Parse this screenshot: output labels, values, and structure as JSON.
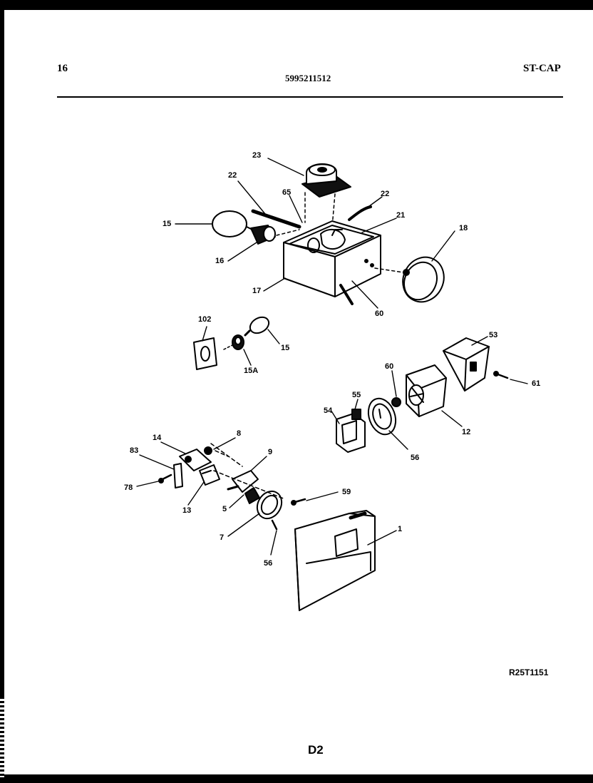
{
  "header": {
    "page_number": "16",
    "part_number": "5995211512",
    "model_code": "ST-CAP"
  },
  "callouts": {
    "c23": "23",
    "c22a": "22",
    "c65": "65",
    "c22b": "22",
    "c21": "21",
    "c15a": "15",
    "c16": "16",
    "c18": "18",
    "c17": "17",
    "c60a": "60",
    "c102": "102",
    "c15b": "15",
    "c15A": "15A",
    "c53": "53",
    "c60b": "60",
    "c61": "61",
    "c55": "55",
    "c54": "54",
    "c12": "12",
    "c56a": "56",
    "c14": "14",
    "c8": "8",
    "c83": "83",
    "c9": "9",
    "c78": "78",
    "c59": "59",
    "c13": "13",
    "c5": "5",
    "c7": "7",
    "c56b": "56",
    "c1": "1"
  },
  "footer": {
    "reference_code": "R25T1151",
    "section": "D2"
  }
}
